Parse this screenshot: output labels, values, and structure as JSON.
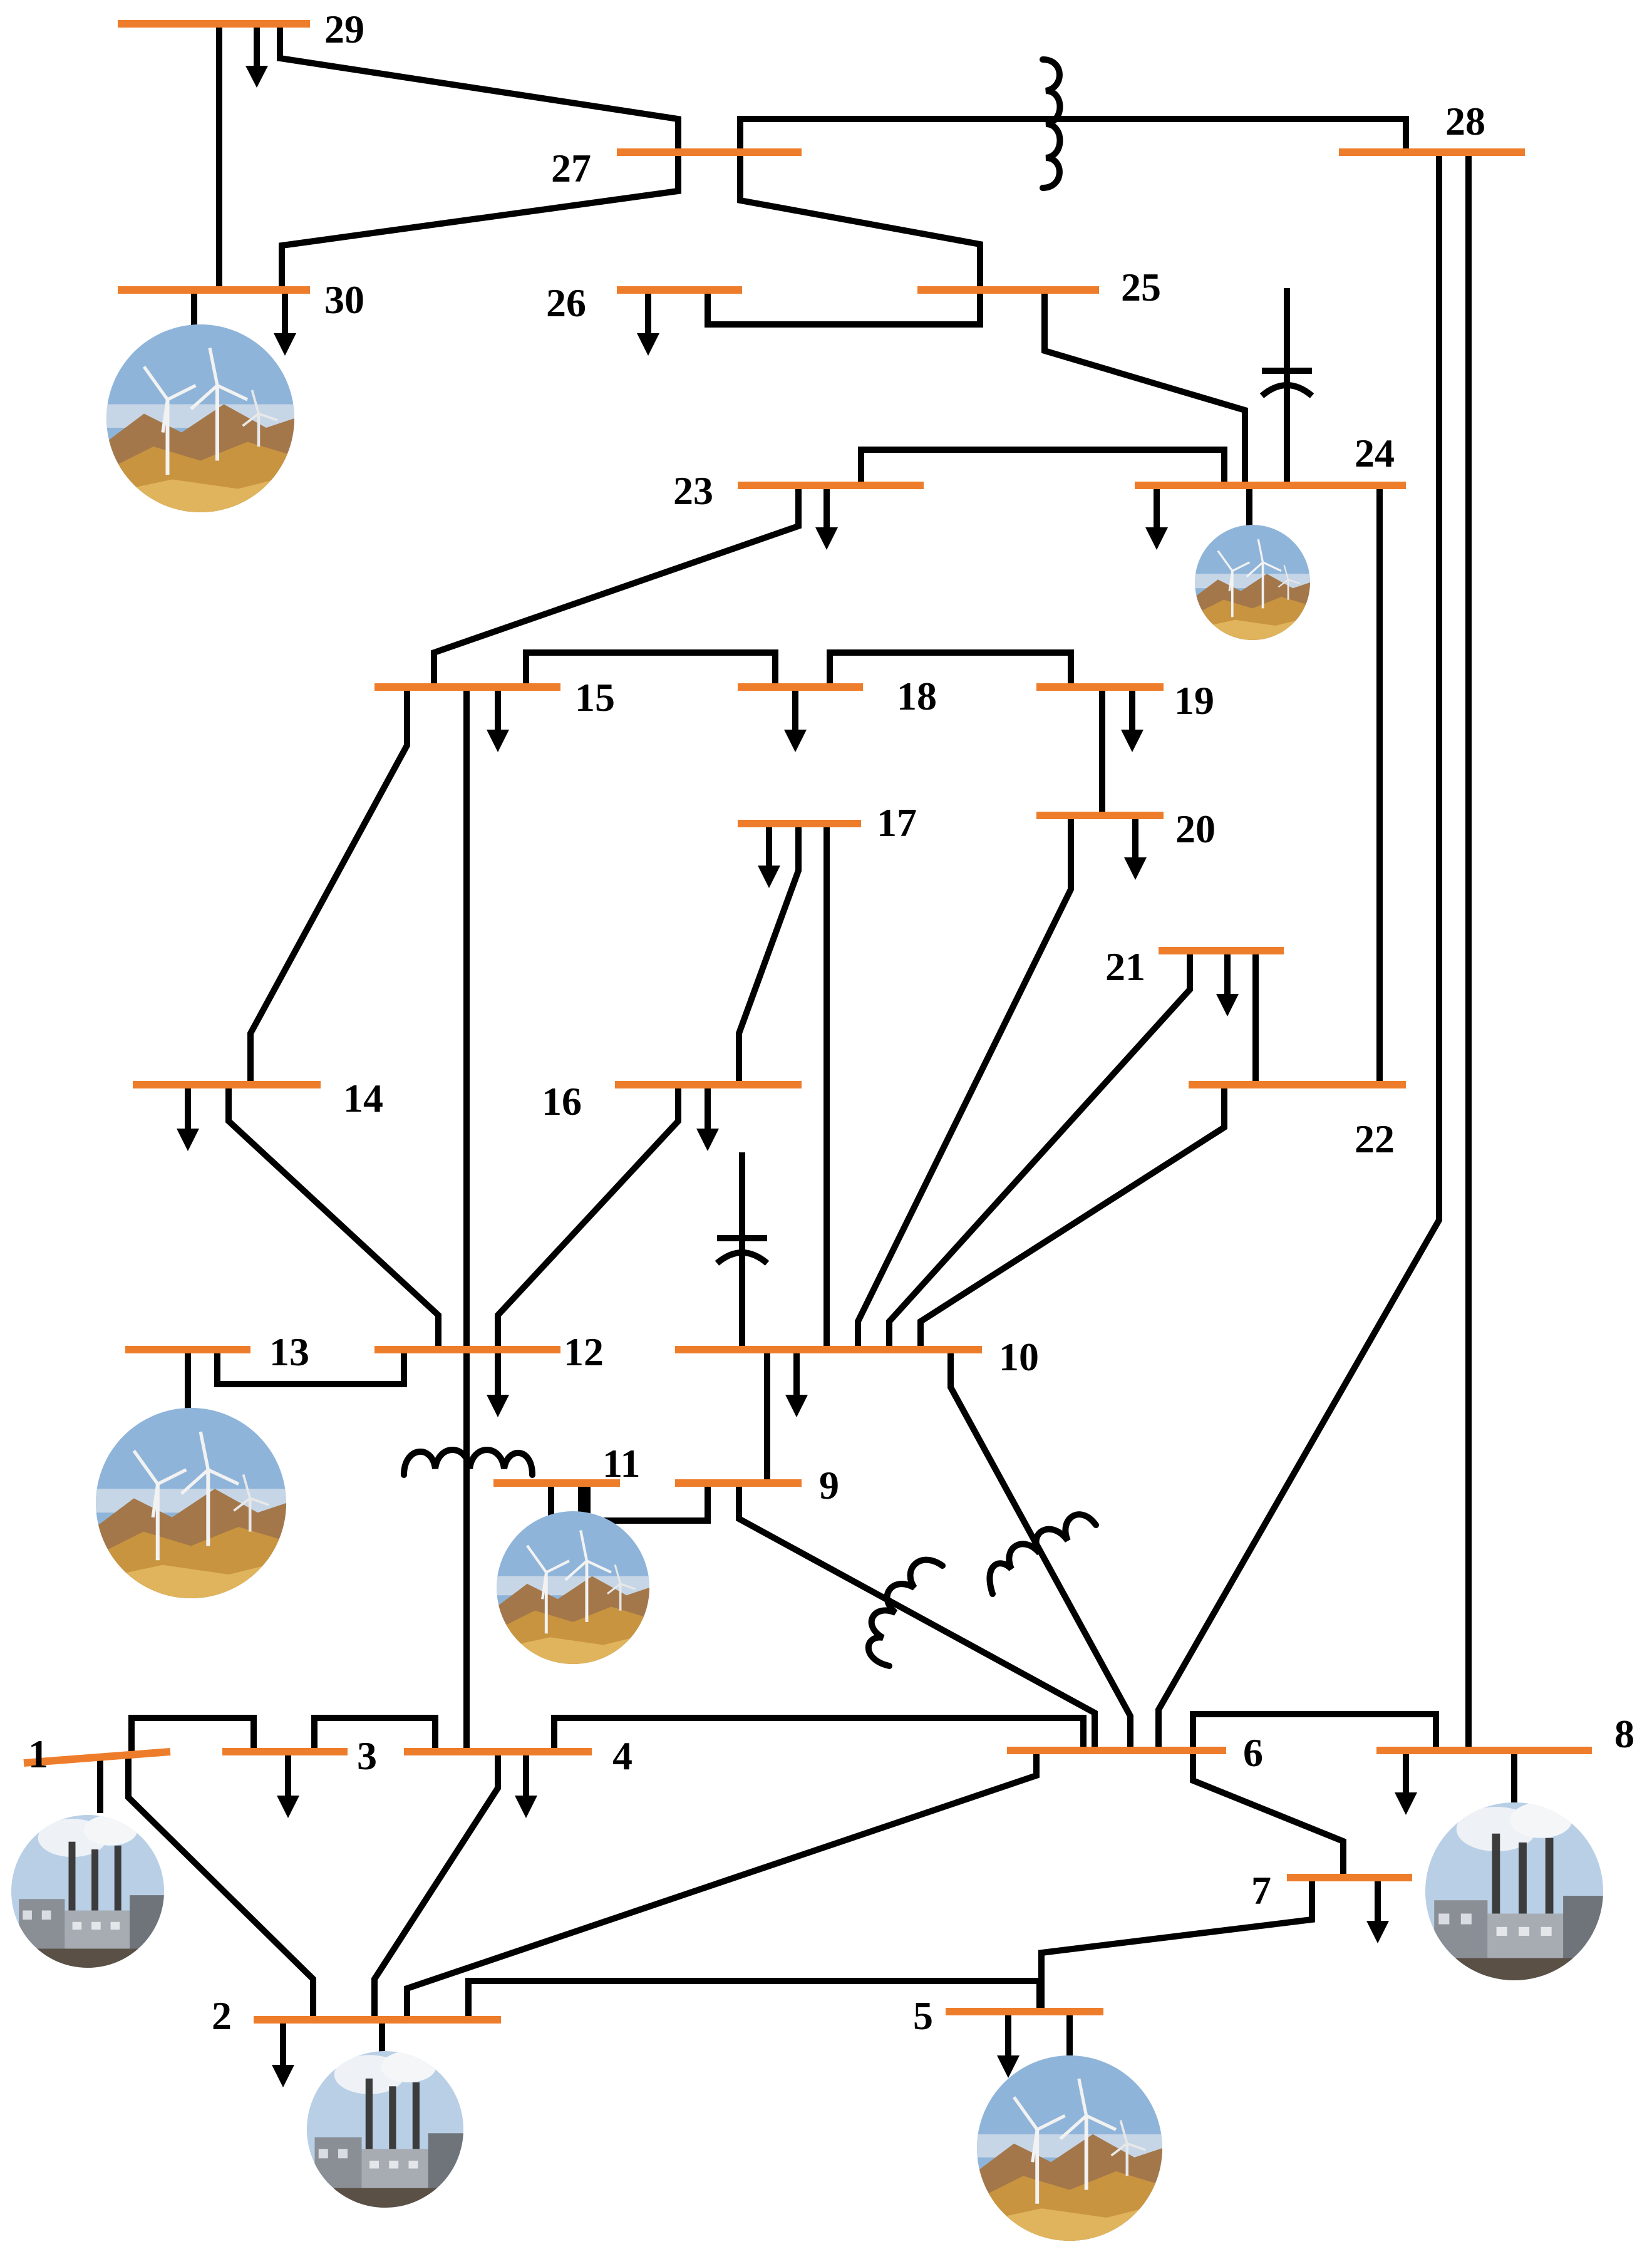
{
  "bus_labels": {
    "b1": "1",
    "b2": "2",
    "b3": "3",
    "b4": "4",
    "b5": "5",
    "b6": "6",
    "b7": "7",
    "b8": "8",
    "b9": "9",
    "b10": "10",
    "b11": "11",
    "b12": "12",
    "b13": "13",
    "b14": "14",
    "b15": "15",
    "b16": "16",
    "b17": "17",
    "b18": "18",
    "b19": "19",
    "b20": "20",
    "b21": "21",
    "b22": "22",
    "b23": "23",
    "b24": "24",
    "b25": "25",
    "b26": "26",
    "b27": "27",
    "b28": "28",
    "b29": "29",
    "b30": "30"
  },
  "generators": {
    "wind_buses": [
      "30",
      "24",
      "13",
      "11",
      "5"
    ],
    "thermal_buses": [
      "1",
      "2",
      "8"
    ]
  },
  "colors": {
    "bus": "#ee7d2b",
    "line": "#000000",
    "sky": "#8fb4d9",
    "hills": "#c49a4a",
    "smokestack": "#3c3c3c"
  }
}
